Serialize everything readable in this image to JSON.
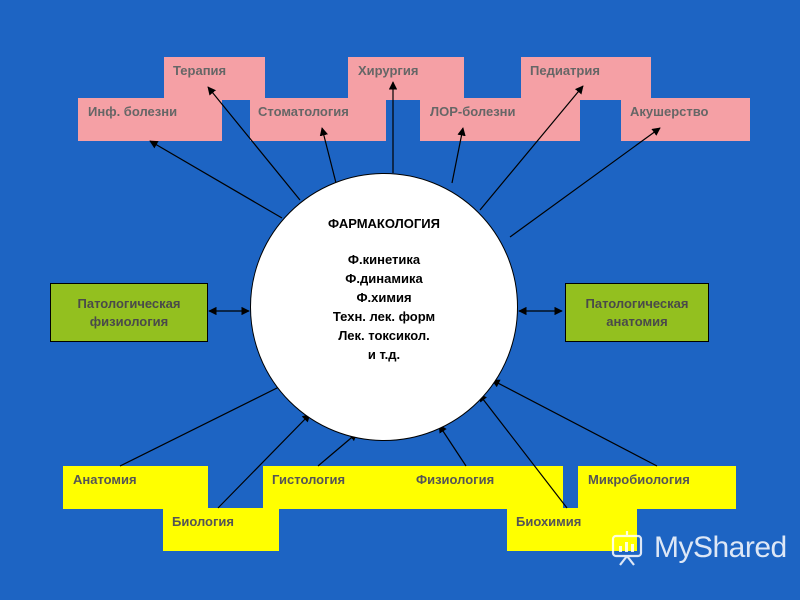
{
  "center": {
    "title": "ФАРМАКОЛОГИЯ",
    "lines": [
      "Ф.кинетика",
      "Ф.динамика",
      "Ф.химия",
      "Техн. лек. форм",
      "Лек. токсикол.",
      "и т.д."
    ]
  },
  "top": {
    "terapiya": "Терапия",
    "khirurgiya": "Хирургия",
    "pediatriya": "Педиатрия",
    "inf_bolezni": "Инф. болезни",
    "stomatologiya": "Стоматология",
    "lor_bolezni": "ЛОР-болезни",
    "akusherstvo": "Акушерство"
  },
  "middle": {
    "left": [
      "Патологическая",
      "физиология"
    ],
    "right": [
      "Патологическая",
      "анатомия"
    ]
  },
  "bottom": {
    "anatomiya": "Анатомия",
    "gistologiya": "Гистология",
    "fiziologiya": "Физиология",
    "mikrobiologiya": "Микробиология",
    "biologiya": "Биология",
    "biokhimiya": "Биохимия"
  },
  "watermark": "MyShared",
  "colors": {
    "background": "#1d64c3",
    "top_boxes": "#f5a0a5",
    "middle_boxes": "#93c01f",
    "bottom_boxes": "#ffff00"
  }
}
